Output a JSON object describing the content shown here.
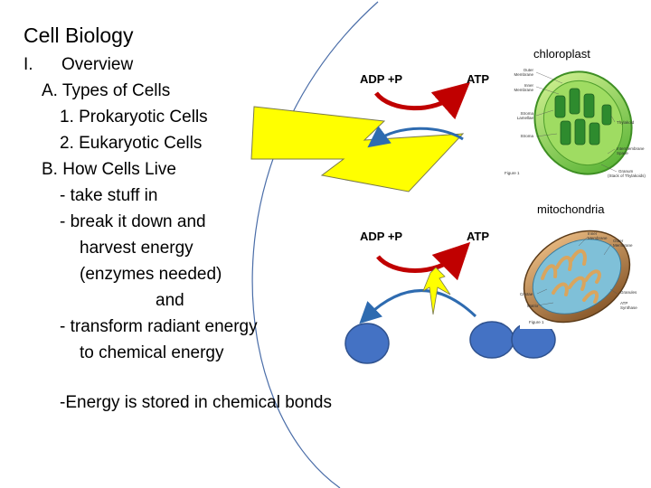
{
  "slide": {
    "title": "Cell Biology",
    "outline": [
      {
        "num": "I.",
        "text": "Overview"
      },
      {
        "text": "A. Types of Cells"
      },
      {
        "text": "1. Prokaryotic Cells"
      },
      {
        "text": "2. Eukaryotic Cells"
      },
      {
        "text": "B. How Cells Live"
      },
      {
        "text": "- take stuff in"
      },
      {
        "text": "- break it down and"
      },
      {
        "text": "harvest energy"
      },
      {
        "text": "(enzymes needed)"
      },
      {
        "text": "and"
      },
      {
        "text": "- transform radiant energy"
      },
      {
        "text": "to chemical energy"
      }
    ],
    "note": "-Energy is stored in chemical bonds"
  },
  "diagram": {
    "top": {
      "left_label": "ADP +P",
      "right_label": "ATP"
    },
    "bottom": {
      "left_label": "ADP +P",
      "right_label": "ATP"
    },
    "colors": {
      "lightning": "#ffff00",
      "arrow_red": "#c00000",
      "arrow_blue": "#2e6bb0",
      "circle": "#4472c4",
      "arc": "#4a6da8"
    }
  },
  "figures": {
    "chloroplast": {
      "caption": "chloroplast",
      "figure_label": "Figure 1",
      "labels": [
        "Outer Membrane",
        "Inner Membrane",
        "Stroma Lamellae",
        "Stroma",
        "Thylakoid",
        "Intermembrane Space",
        "Granum (Stack of Thylakoids)"
      ]
    },
    "mitochondria": {
      "caption": "mitochondria",
      "figure_label": "Figure 1",
      "labels": [
        "Inner Membrane",
        "Outer Membrane",
        "Cristae",
        "Ribosome",
        "Matrix",
        "Granules",
        "ATP Synthase Particles"
      ]
    }
  }
}
